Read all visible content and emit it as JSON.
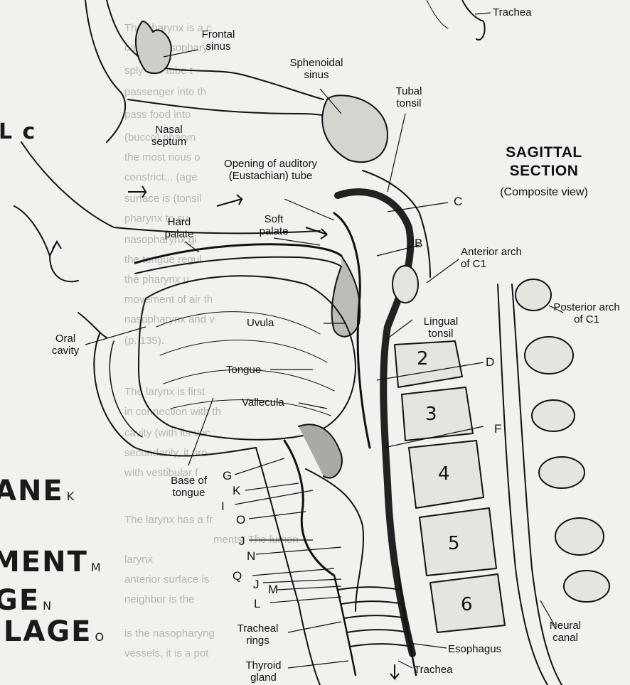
{
  "title": "SAGITTAL SECTION",
  "subtitle": "(Composite view)",
  "labels": {
    "trachea_top": "Trachea",
    "frontal_sinus": "Frontal sinus",
    "sphenoidal_sinus": "Sphenoidal sinus",
    "tubal_tonsil": "Tubal tonsil",
    "nasal_septum": "Nasal septum",
    "opening_auditory": "Opening of auditory (Eustachian) tube",
    "hard_palate": "Hard palate",
    "soft_palate": "Soft palate",
    "anterior_arch": "Anterior arch of C1",
    "posterior_arch": "Posterior arch of C1",
    "uvula": "Uvula",
    "lingual_tonsil": "Lingual tonsil",
    "oral_cavity": "Oral cavity",
    "tongue": "Tongue",
    "vallecula": "Vallecula",
    "base_of_tongue": "Base of tongue",
    "tracheal_rings": "Tracheal rings",
    "thyroid_gland": "Thyroid gland",
    "esophagus": "Esophagus",
    "trachea_bottom": "Trachea",
    "neural_canal": "Neural canal"
  },
  "letters": {
    "C": "C",
    "B": "B",
    "D": "D",
    "F": "F",
    "G": "G",
    "K": "K",
    "I": "I",
    "O": "O",
    "J1": "J",
    "N": "N",
    "Q": "Q",
    "J2": "J",
    "M": "M",
    "L": "L"
  },
  "vertebrae": [
    "2",
    "3",
    "4",
    "5",
    "6"
  ],
  "margin_labels": {
    "c_label": "L c",
    "plane": "ANE",
    "plane_sub": "K",
    "ligament": "MENT",
    "ligament_sub": "M",
    "ge": "GE",
    "ge_sub": "N",
    "cartilage": "ILAGE",
    "cartilage_sub": "O"
  },
  "background_text": [
    "The pharynx is a c",
    "cavity (nasopharyn",
    "sply this tube t",
    "passenger into th",
    "pass food into",
    "(bucco) pharyn",
    "the most rious o",
    "constrict... (age",
    "surface is (tonsil",
    "pharynx to su",
    "nasopharynx gi",
    "the tongue regul",
    "the pharynx u",
    "movement of air th",
    "nasopharynx and v",
    "(p. 135).",
    "The larynx is first",
    "in connection with th",
    "cavity (with its voc",
    "secondarily, it pro",
    "with vestibular f",
    "The larynx has a fr",
    "ments. The lumen",
    "larynx",
    "anterior surface is",
    "neighbor is the",
    "is the nasopharyng",
    "vessels, it is a pot"
  ]
}
